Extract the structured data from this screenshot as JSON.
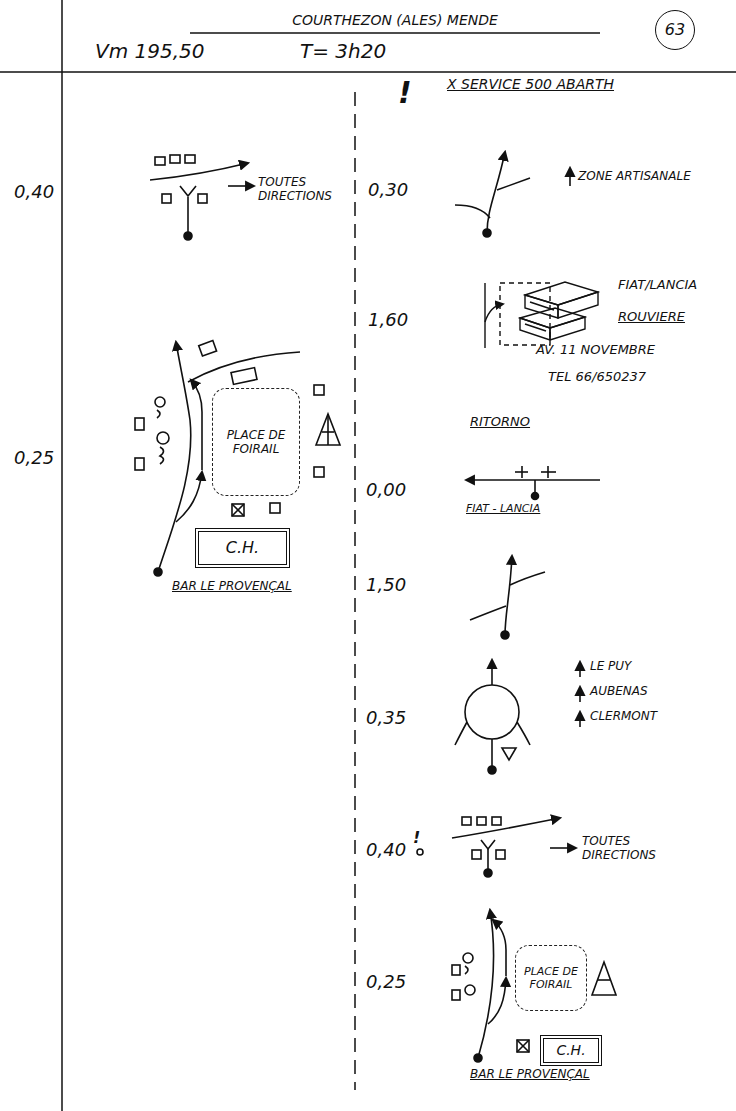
{
  "diagram": {
    "title": "COURTHEZON (ALES) MENDE",
    "nodes": [
      {
        "text": [
          "63"
        ]
      },
      {
        "text": [
          "PLACE DE FOIRAIL"
        ]
      },
      {
        "text": [
          "C.H."
        ]
      },
      {
        "text": [
          "PLACE DE FOIRAIL"
        ]
      },
      {
        "text": [
          "C.H."
        ]
      }
    ],
    "labels": [
      "Vm 195,50",
      "T= 3h20",
      "!",
      "X SERVICE 500 ABARTH",
      "0,40",
      "TOUTES DIRECTIONS",
      "0,30",
      "ZONE ARTISANALE",
      "1,60",
      "FIAT/LANCIA",
      "ROUVIERE",
      "AV. 11 NOVEMBRE",
      "TEL 66/650237",
      "0,25",
      "BAR LE PROVENÇAL",
      "RITORNO",
      "0,00",
      "FIAT - LANCIA",
      "1,50",
      "0,35",
      "LE PUY",
      "AUBENAS",
      "CLERMONT",
      "0,40",
      "!",
      "TOUTES DIRECTIONS",
      "0,25",
      "BAR LE PROVENÇAL"
    ]
  }
}
